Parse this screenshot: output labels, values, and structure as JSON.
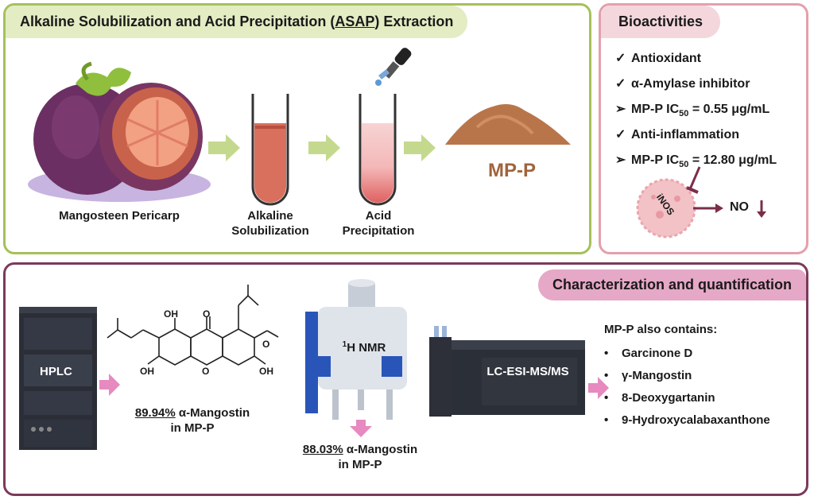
{
  "asap": {
    "title_pre": "Alkaline Solubilization and Acid Precipitation (",
    "title_abbr": "ASAP",
    "title_post": ") Extraction",
    "step1_label": "Mangosteen Pericarp",
    "step2_label_line1": "Alkaline",
    "step2_label_line2": "Solubilization",
    "step3_label_line1": "Acid",
    "step3_label_line2": "Precipitation",
    "product_label": "MP-P"
  },
  "bio": {
    "title": "Bioactivities",
    "items": [
      {
        "mark": "✓",
        "text": "Antioxidant"
      },
      {
        "mark": "✓",
        "text": "α-Amylase inhibitor"
      },
      {
        "mark": "➢",
        "pre": "MP-P IC",
        "sub": "50",
        "post": " = 0.55 μg/mL"
      },
      {
        "mark": "✓",
        "text": "Anti-inflammation"
      },
      {
        "mark": "➢",
        "pre": "MP-P IC",
        "sub": "50",
        "post": " = 12.80 μg/mL"
      }
    ],
    "inos_label": "iNOS",
    "no_label": "NO"
  },
  "char": {
    "title": "Characterization and quantification",
    "hplc_label": "HPLC",
    "hplc_result_value": "89.94%",
    "hplc_result_rest": " α-Mangostin",
    "hplc_result_line2": "in MP-P",
    "nmr_sup": "1",
    "nmr_label": "H NMR",
    "nmr_result_value": "88.03%",
    "nmr_result_rest": " α-Mangostin",
    "nmr_result_line2": "in MP-P",
    "lcms_label": "LC-ESI-MS/MS",
    "structure_labels": [
      "OH",
      "O",
      "OH",
      "OH",
      "O",
      "O"
    ],
    "contains_title": "MP-P also contains:",
    "contains": [
      "Garcinone D",
      "γ-Mangostin",
      "8-Deoxygartanin",
      "9-Hydroxycalabaxanthone"
    ],
    "bullet": "•"
  },
  "colors": {
    "green_border": "#a6c05a",
    "pink_border": "#e3a0ad",
    "plum_border": "#7b3a5a",
    "arrow_green": "#c5d98e",
    "arrow_pink": "#e68ac0",
    "product_brown": "#a0643c"
  }
}
